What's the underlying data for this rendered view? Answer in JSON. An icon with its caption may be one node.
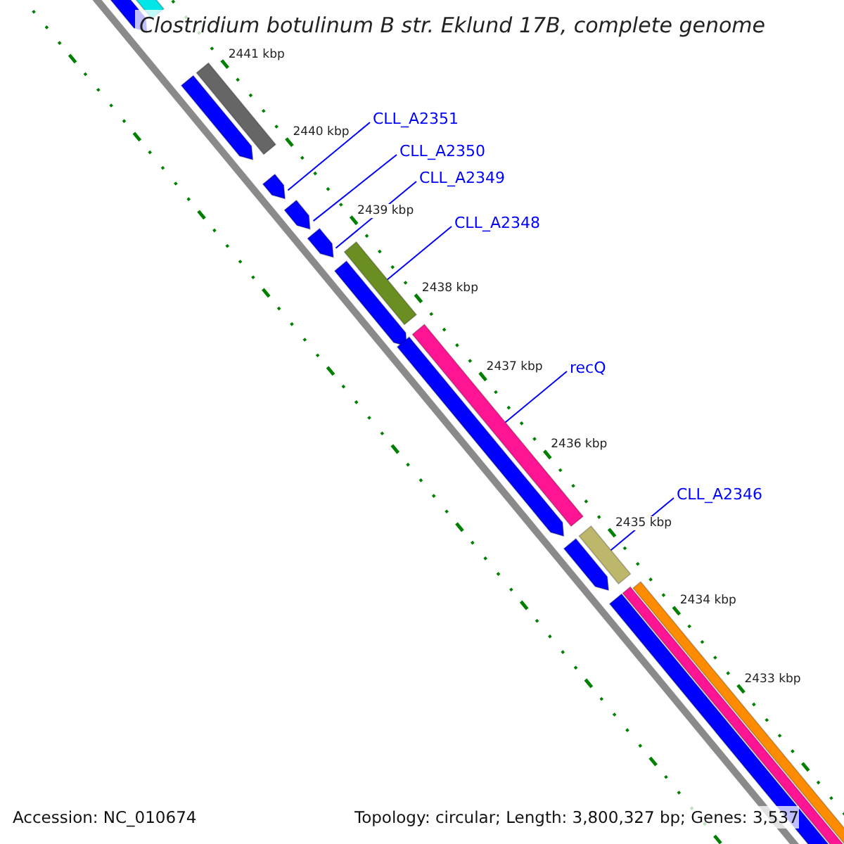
{
  "diagram": {
    "title": "Clostridium botulinum B str. Eklund 17B, complete genome",
    "nodes": [
      {
        "text": [
          "CLL_A2351"
        ]
      },
      {
        "text": [
          "CLL_A2350"
        ]
      },
      {
        "text": [
          "CLL_A2349"
        ]
      },
      {
        "text": [
          "CLL_A2348"
        ]
      },
      {
        "text": [
          "recQ"
        ]
      },
      {
        "text": [
          "CLL_A2346"
        ]
      },
      {
        "text": [],
        "shape": "bar"
      },
      {
        "text": [],
        "shape": "bar"
      },
      {
        "text": [],
        "shape": "bar"
      },
      {
        "text": [],
        "shape": "bar"
      },
      {
        "text": [],
        "shape": "bar"
      },
      {
        "text": [],
        "shape": "bar"
      }
    ],
    "edges": [
      {
        "from": 0,
        "to": 6,
        "arrow": "none"
      },
      {
        "from": 1,
        "to": 7,
        "arrow": "none"
      },
      {
        "from": 2,
        "to": 8,
        "arrow": "none"
      },
      {
        "from": 3,
        "to": 9,
        "arrow": "none"
      },
      {
        "from": 4,
        "to": 10,
        "arrow": "none"
      },
      {
        "from": 5,
        "to": 11,
        "arrow": "none"
      }
    ],
    "labels": [
      "2441 kbp",
      "2440 kbp",
      "2439 kbp",
      "2438 kbp",
      "2437 kbp",
      "2436 kbp",
      "2435 kbp",
      "2434 kbp",
      "2433 kbp",
      "Accession: NC_010674",
      "Topology: circular; Length: 3,800,327 bp; Genes: 3,537"
    ]
  }
}
